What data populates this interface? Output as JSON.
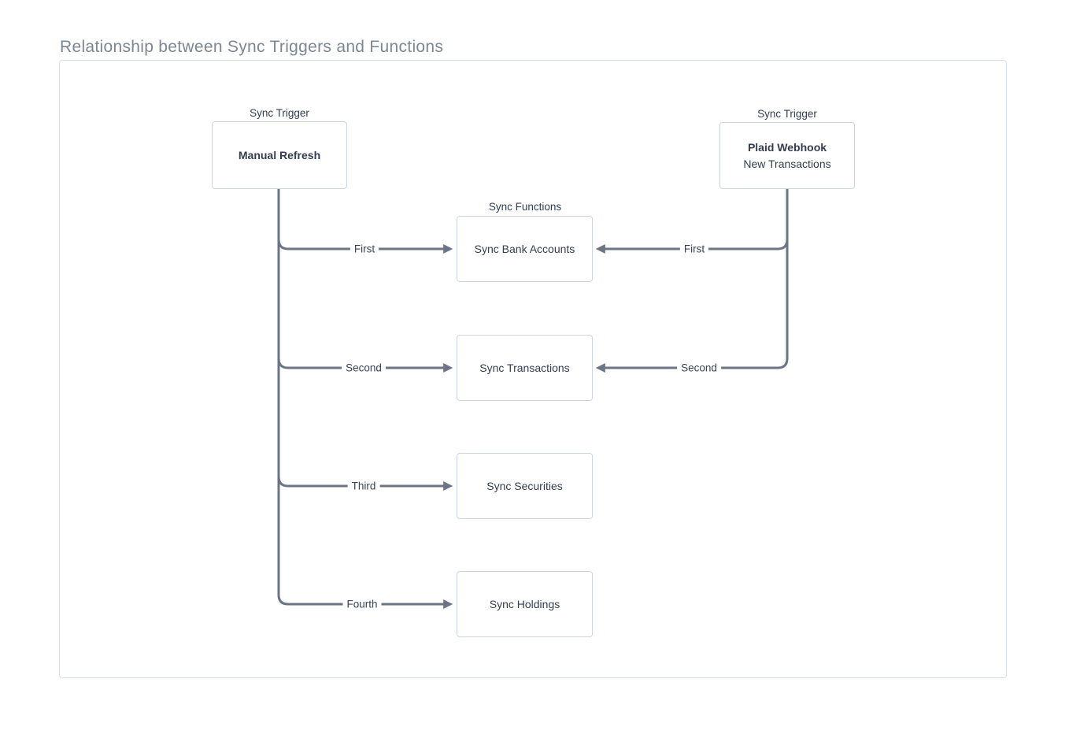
{
  "title": "Relationship between Sync Triggers and Functions",
  "diagram": {
    "triggers": {
      "left": {
        "caption": "Sync Trigger",
        "name": "Manual Refresh"
      },
      "right": {
        "caption": "Sync Trigger",
        "name": "Plaid Webhook",
        "subtitle": "New Transactions"
      }
    },
    "functions_caption": "Sync Functions",
    "functions": [
      {
        "label": "Sync Bank Accounts"
      },
      {
        "label": "Sync Transactions"
      },
      {
        "label": "Sync Securities"
      },
      {
        "label": "Sync Holdings"
      }
    ],
    "left_edges": [
      {
        "order": "First",
        "from": "Manual Refresh",
        "to": "Sync Bank Accounts"
      },
      {
        "order": "Second",
        "from": "Manual Refresh",
        "to": "Sync Transactions"
      },
      {
        "order": "Third",
        "from": "Manual Refresh",
        "to": "Sync Securities"
      },
      {
        "order": "Fourth",
        "from": "Manual Refresh",
        "to": "Sync Holdings"
      }
    ],
    "right_edges": [
      {
        "order": "First",
        "from": "Plaid Webhook",
        "to": "Sync Bank Accounts"
      },
      {
        "order": "Second",
        "from": "Plaid Webhook",
        "to": "Sync Transactions"
      }
    ],
    "colors": {
      "line": "#6b7585",
      "box_border": "#ccd5e0",
      "text": "#333d4f",
      "title": "#7b8795",
      "container_border": "#d9dfe9"
    }
  }
}
